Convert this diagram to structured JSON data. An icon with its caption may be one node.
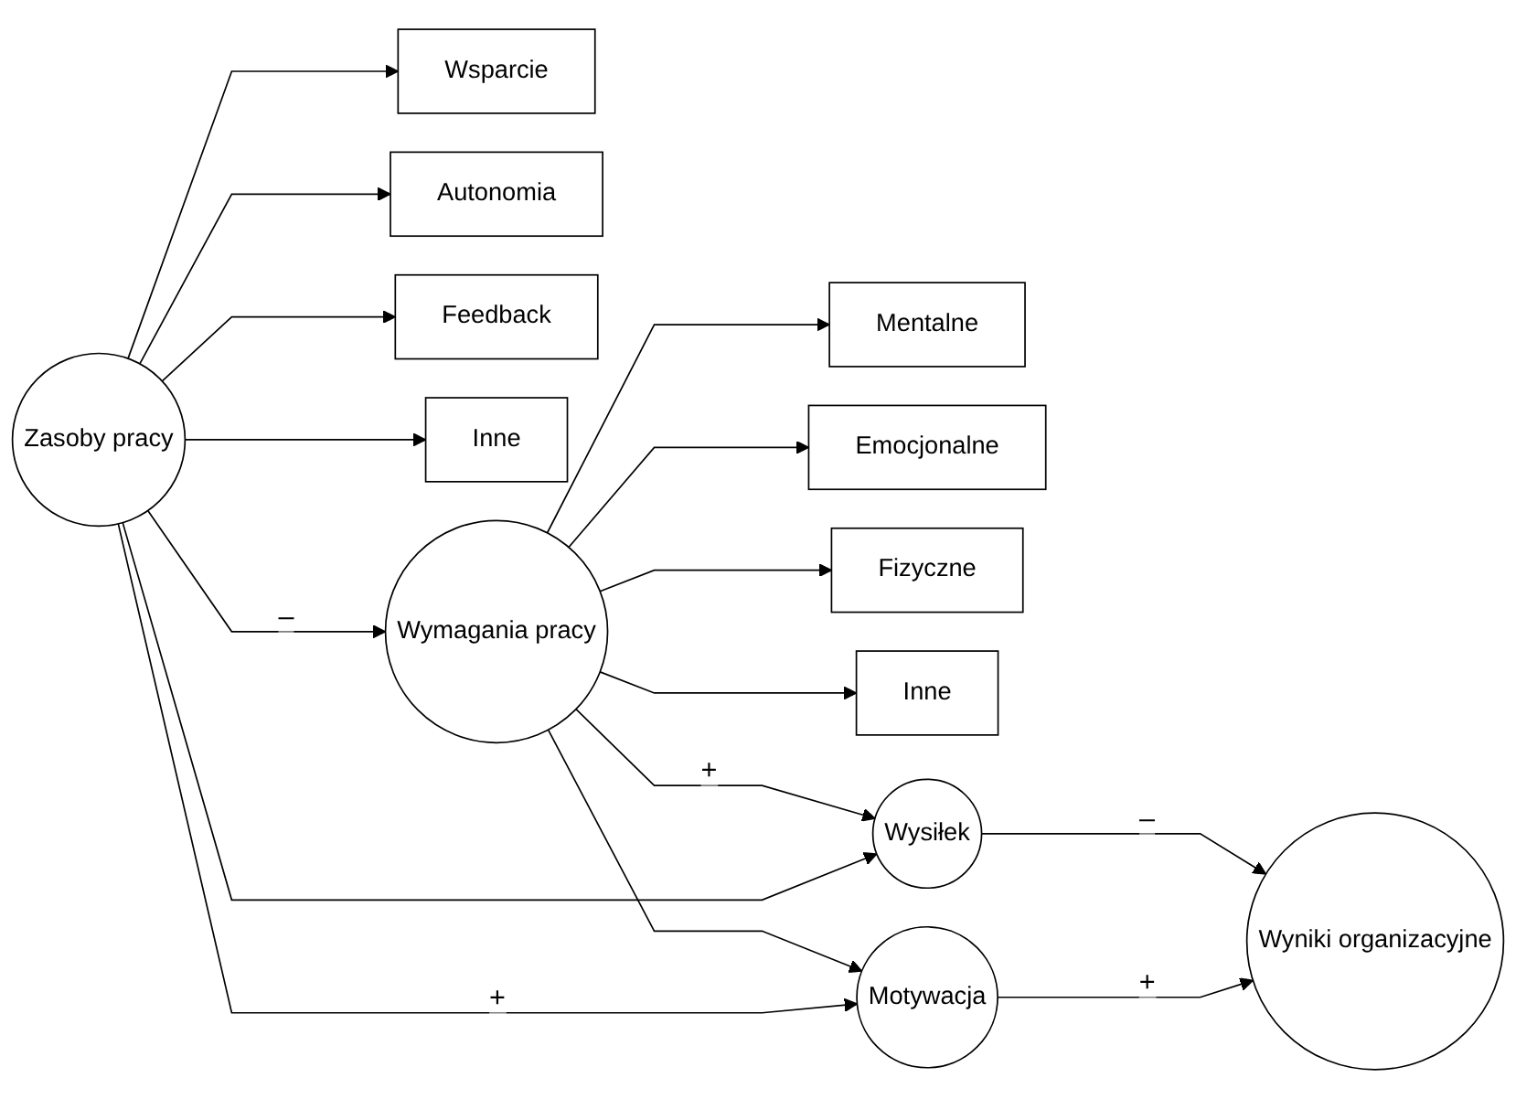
{
  "diagram": {
    "nodes": [
      {
        "text": [
          "Mentalne"
        ]
      },
      {
        "text": [
          "Emocjonalne"
        ]
      },
      {
        "text": [
          "Fizyczne"
        ]
      },
      {
        "text": [
          "Inne"
        ]
      },
      {
        "text": [
          "Wsparcie"
        ]
      },
      {
        "text": [
          "Autonomia"
        ]
      },
      {
        "text": [
          "Feedback"
        ]
      },
      {
        "text": [
          "Inne"
        ]
      },
      {
        "text": [
          "Wymagania pracy"
        ]
      },
      {
        "text": [
          "Zasoby pracy"
        ]
      },
      {
        "text": [
          "Wysiłek"
        ]
      },
      {
        "text": [
          "Motywacja"
        ]
      },
      {
        "text": [
          "Wyniki organizacyjne"
        ]
      }
    ],
    "edges": [
      {
        "from": 8,
        "to": 0,
        "arrow": "to"
      },
      {
        "from": 8,
        "to": 1,
        "arrow": "to"
      },
      {
        "from": 8,
        "to": 2,
        "arrow": "to"
      },
      {
        "from": 8,
        "to": 3,
        "arrow": "to"
      },
      {
        "from": 9,
        "to": 4,
        "arrow": "to"
      },
      {
        "from": 9,
        "to": 5,
        "arrow": "to"
      },
      {
        "from": 9,
        "to": 6,
        "arrow": "to"
      },
      {
        "from": 9,
        "to": 7,
        "arrow": "to"
      },
      {
        "from": 8,
        "to": 10,
        "arrow": "to",
        "label": "+"
      },
      {
        "from": 9,
        "to": 8,
        "arrow": "to",
        "label": "–"
      },
      {
        "from": 9,
        "to": 10,
        "arrow": "to"
      },
      {
        "from": 8,
        "to": 11,
        "arrow": "to"
      },
      {
        "from": 9,
        "to": 11,
        "arrow": "to",
        "label": "+"
      },
      {
        "from": 10,
        "to": 12,
        "arrow": "to",
        "label": "–"
      },
      {
        "from": 11,
        "to": 12,
        "arrow": "to",
        "label": "+"
      }
    ]
  }
}
